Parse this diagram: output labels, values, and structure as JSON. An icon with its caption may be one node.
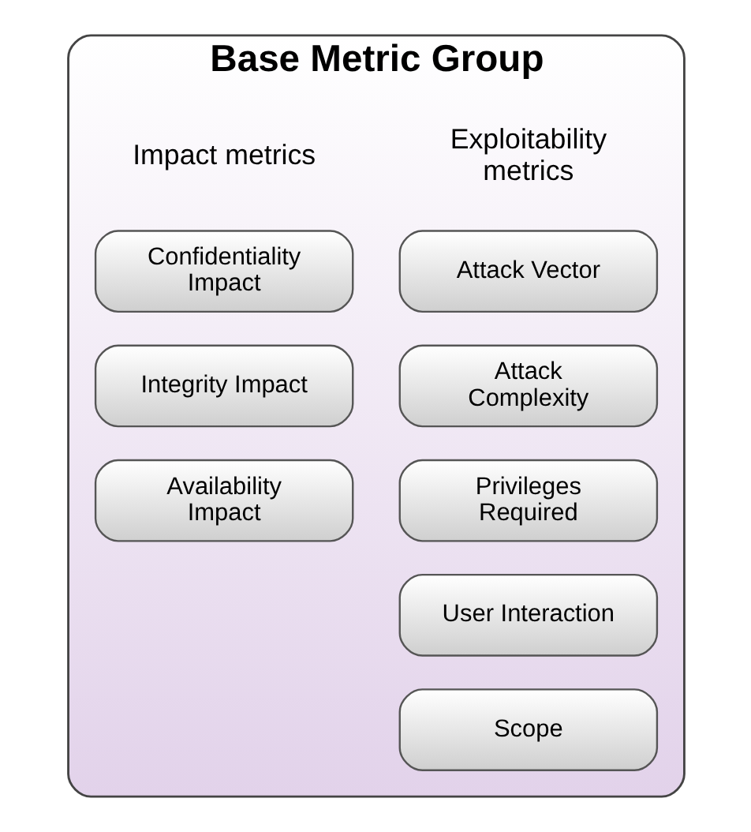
{
  "diagram": {
    "nodes": [
      {
        "text": [
          "Base Metric Group"
        ]
      },
      {
        "text": [
          "Attack Vector"
        ],
        "in": 0
      },
      {
        "text": [
          "Attack Complexity"
        ],
        "in": 0
      },
      {
        "text": [
          "Privileges Required"
        ],
        "in": 0
      },
      {
        "text": [
          "User Interaction"
        ],
        "in": 0
      },
      {
        "text": [
          "Confidentiality Impact"
        ],
        "in": 0
      },
      {
        "text": [
          "Integrity Impact"
        ],
        "in": 0
      },
      {
        "text": [
          "Availability Impact"
        ],
        "in": 0
      },
      {
        "text": [
          "Scope"
        ],
        "in": 0
      }
    ],
    "labels": [
      "Exploitability metrics",
      "Impact metrics"
    ]
  }
}
